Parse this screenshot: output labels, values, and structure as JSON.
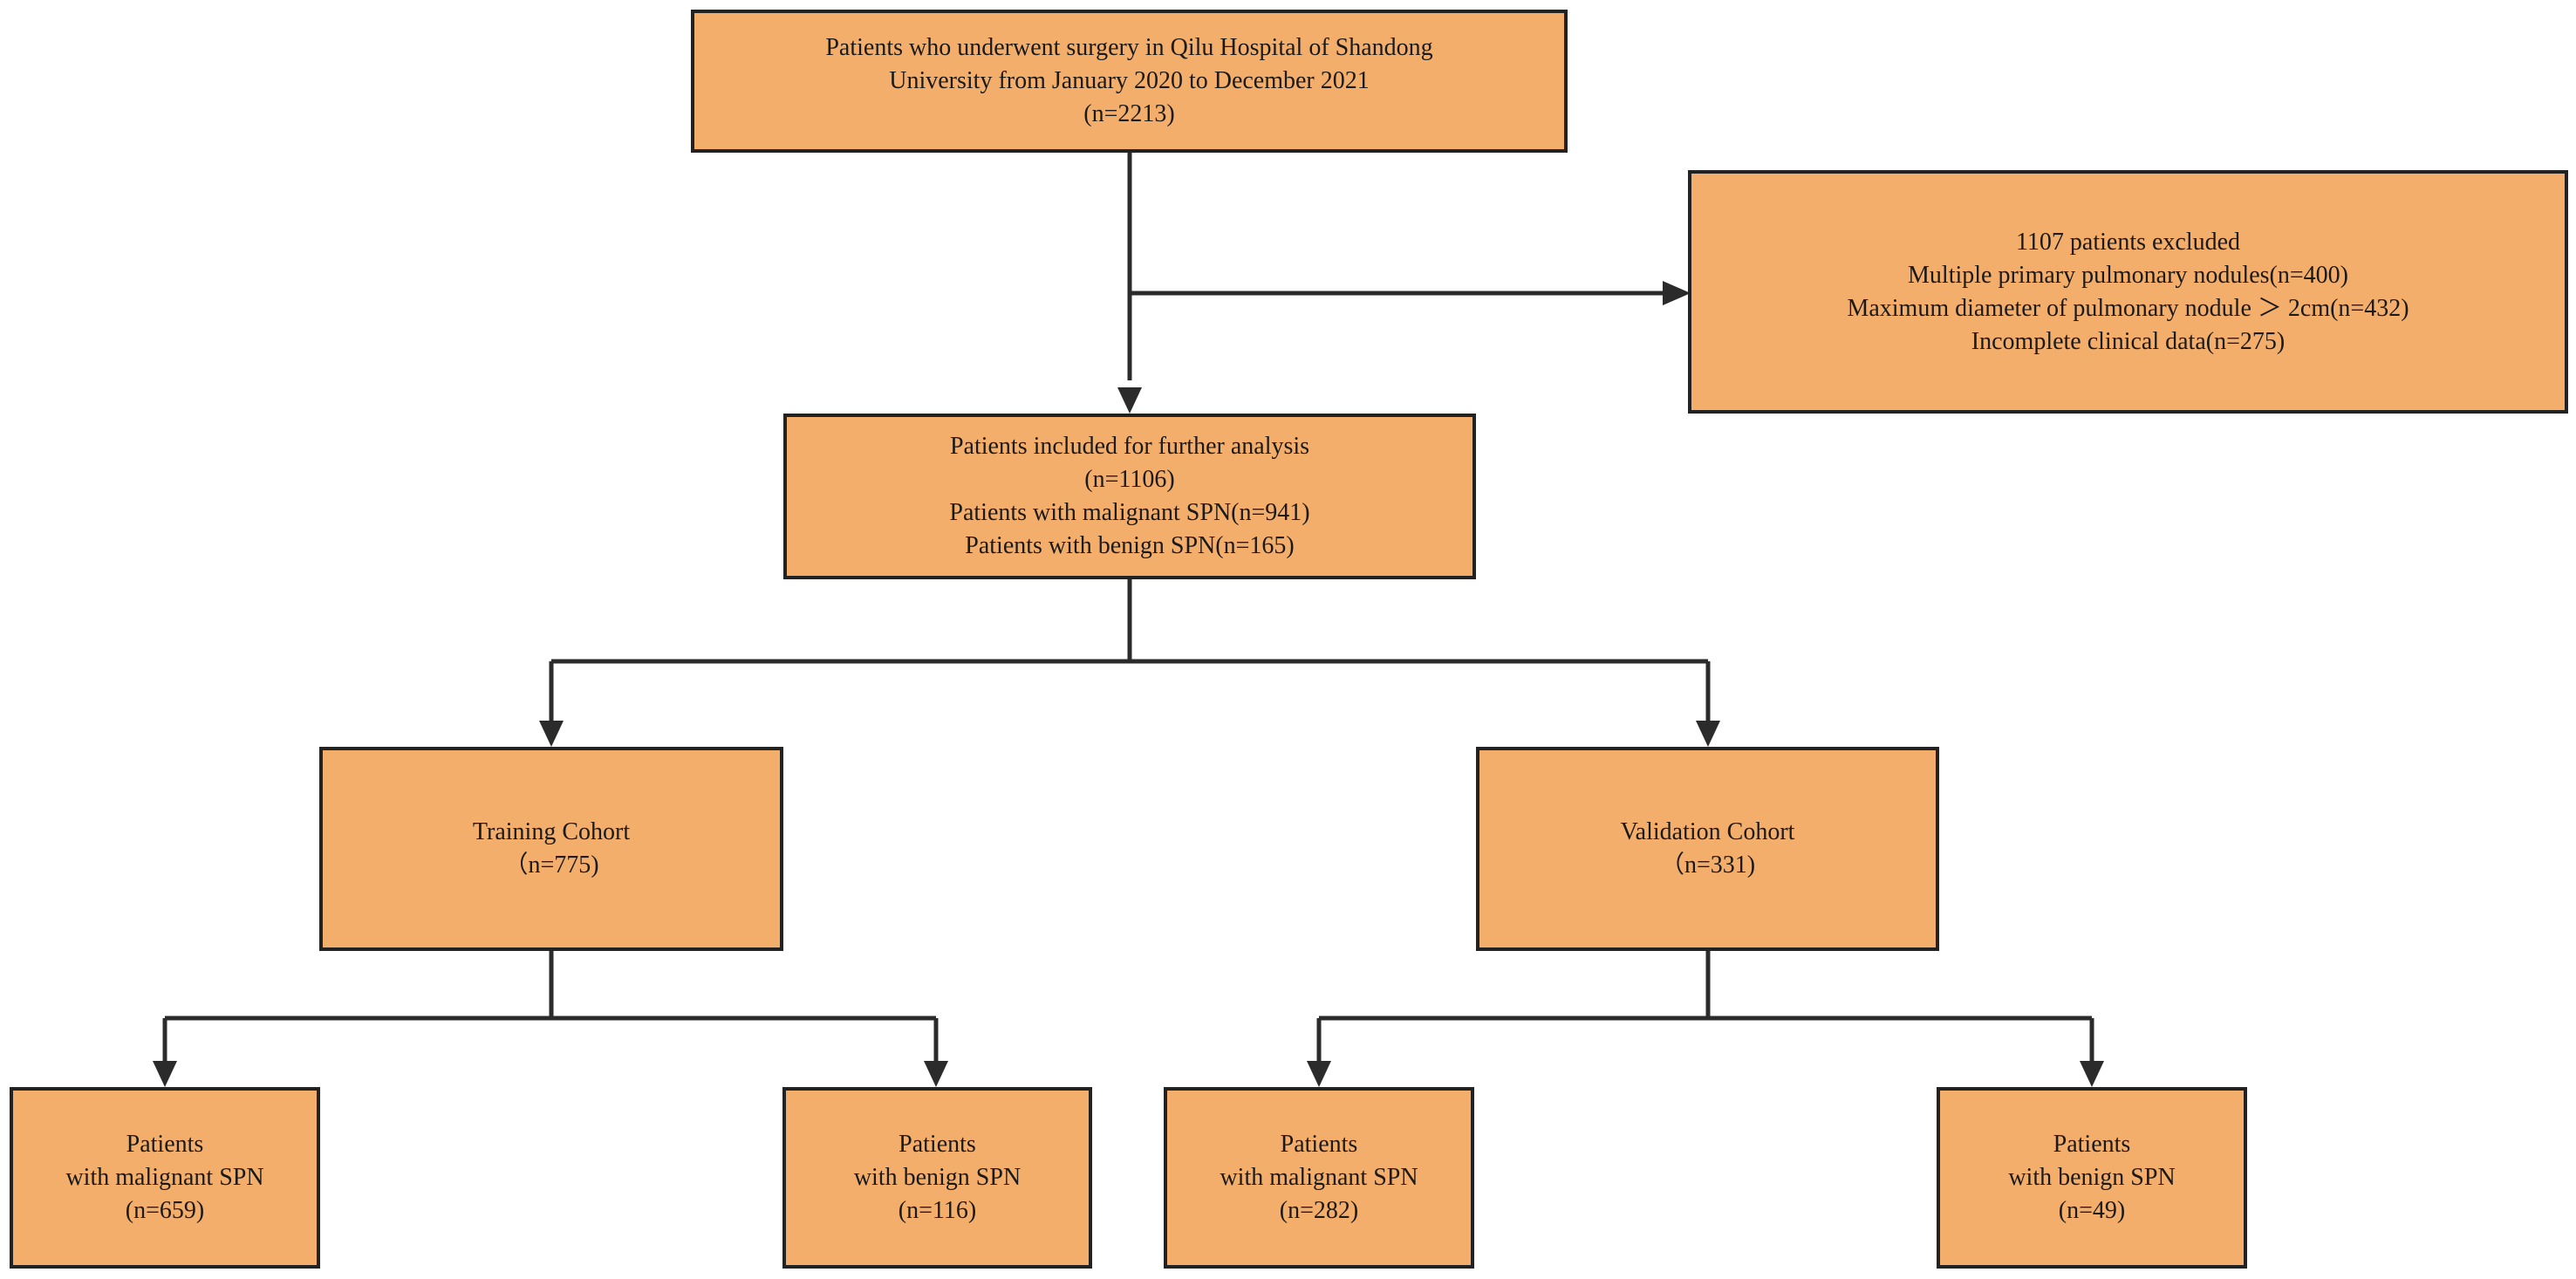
{
  "colors": {
    "box_fill": "#f4ae6b",
    "border": "#222222",
    "connector": "#2b2b2b"
  },
  "boxes": {
    "source": {
      "lines": [
        "Patients who underwent surgery in Qilu Hospital of Shandong",
        "University from January 2020 to December 2021",
        "(n=2213)"
      ]
    },
    "excluded": {
      "lines": [
        "1107 patients excluded",
        "Multiple primary pulmonary nodules(n=400)",
        "Maximum diameter of pulmonary nodule ＞ 2cm(n=432)",
        "Incomplete clinical data(n=275)"
      ]
    },
    "included": {
      "lines": [
        "Patients included for further analysis",
        "(n=1106)",
        "Patients with malignant SPN(n=941)",
        "Patients with benign SPN(n=165)"
      ]
    },
    "training": {
      "lines": [
        "Training Cohort",
        "（n=775)"
      ]
    },
    "validation": {
      "lines": [
        "Validation Cohort",
        "（n=331)"
      ]
    },
    "train_malignant": {
      "lines": [
        "Patients",
        "with malignant SPN",
        "(n=659)"
      ]
    },
    "train_benign": {
      "lines": [
        "Patients",
        "with benign SPN",
        "(n=116)"
      ]
    },
    "valid_malignant": {
      "lines": [
        "Patients",
        "with malignant SPN",
        "(n=282)"
      ]
    },
    "valid_benign": {
      "lines": [
        "Patients",
        "with benign SPN",
        "(n=49)"
      ]
    }
  }
}
